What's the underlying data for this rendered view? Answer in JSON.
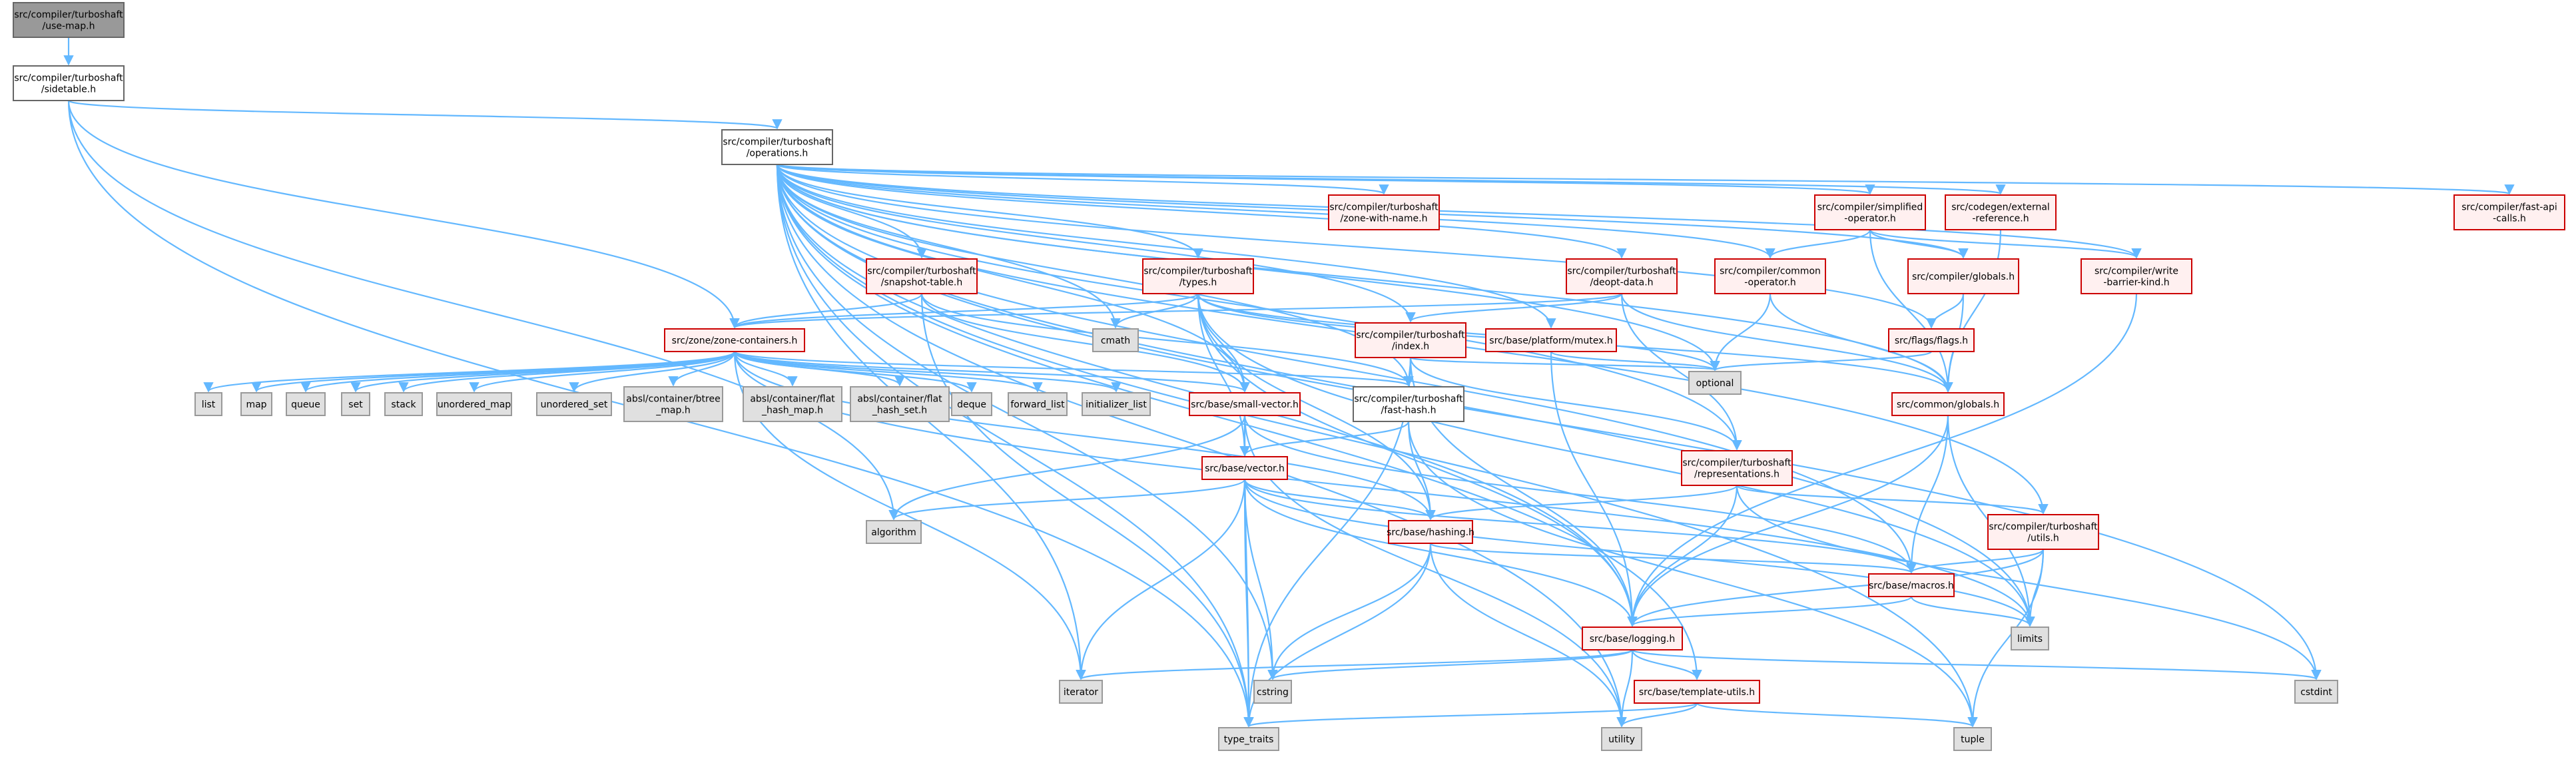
{
  "colors": {
    "edge": "#63b8ff",
    "header_fill": "#999999",
    "header_border": "#666666",
    "normal_fill": "#ffffff",
    "normal_border": "#666666",
    "red_fill": "#fff0f0",
    "red_border": "#cc0000",
    "sys_fill": "#e0e0e0",
    "sys_border": "#999999"
  },
  "nodes": [
    {
      "id": "use_map",
      "kind": "header",
      "lines": [
        "src/compiler/turboshaft",
        "/use-map.h"
      ]
    },
    {
      "id": "sidetable",
      "kind": "normal",
      "lines": [
        "src/compiler/turboshaft",
        "/sidetable.h"
      ]
    },
    {
      "id": "operations",
      "kind": "normal",
      "lines": [
        "src/compiler/turboshaft",
        "/operations.h"
      ]
    },
    {
      "id": "zone_with_name",
      "kind": "red",
      "lines": [
        "src/compiler/turboshaft",
        "/zone-with-name.h"
      ]
    },
    {
      "id": "simplified_operator",
      "kind": "red",
      "lines": [
        "src/compiler/simplified",
        "-operator.h"
      ]
    },
    {
      "id": "external_reference",
      "kind": "red",
      "lines": [
        "src/codegen/external",
        "-reference.h"
      ]
    },
    {
      "id": "fast_api_calls",
      "kind": "red",
      "lines": [
        "src/compiler/fast-api",
        "-calls.h"
      ]
    },
    {
      "id": "snapshot_table",
      "kind": "red",
      "lines": [
        "src/compiler/turboshaft",
        "/snapshot-table.h"
      ]
    },
    {
      "id": "types",
      "kind": "red",
      "lines": [
        "src/compiler/turboshaft",
        "/types.h"
      ]
    },
    {
      "id": "deopt_data",
      "kind": "red",
      "lines": [
        "src/compiler/turboshaft",
        "/deopt-data.h"
      ]
    },
    {
      "id": "common_operator",
      "kind": "red",
      "lines": [
        "src/compiler/common",
        "-operator.h"
      ]
    },
    {
      "id": "compiler_globals",
      "kind": "red",
      "lines": [
        "src/compiler/globals.h"
      ]
    },
    {
      "id": "write_barrier_kind",
      "kind": "red",
      "lines": [
        "src/compiler/write",
        "-barrier-kind.h"
      ]
    },
    {
      "id": "cmath",
      "kind": "sys",
      "lines": [
        "cmath"
      ]
    },
    {
      "id": "zone_containers",
      "kind": "red",
      "lines": [
        "src/zone/zone-containers.h"
      ]
    },
    {
      "id": "index",
      "kind": "red",
      "lines": [
        "src/compiler/turboshaft",
        "/index.h"
      ]
    },
    {
      "id": "mutex",
      "kind": "red",
      "lines": [
        "src/base/platform/mutex.h"
      ]
    },
    {
      "id": "flags",
      "kind": "red",
      "lines": [
        "src/flags/flags.h"
      ]
    },
    {
      "id": "optional",
      "kind": "sys",
      "lines": [
        "optional"
      ]
    },
    {
      "id": "common_globals",
      "kind": "red",
      "lines": [
        "src/common/globals.h"
      ]
    },
    {
      "id": "list",
      "kind": "sys",
      "lines": [
        "list"
      ]
    },
    {
      "id": "map",
      "kind": "sys",
      "lines": [
        "map"
      ]
    },
    {
      "id": "queue",
      "kind": "sys",
      "lines": [
        "queue"
      ]
    },
    {
      "id": "set",
      "kind": "sys",
      "lines": [
        "set"
      ]
    },
    {
      "id": "stack",
      "kind": "sys",
      "lines": [
        "stack"
      ]
    },
    {
      "id": "unordered_map",
      "kind": "sys",
      "lines": [
        "unordered_map"
      ]
    },
    {
      "id": "unordered_set",
      "kind": "sys",
      "lines": [
        "unordered_set"
      ]
    },
    {
      "id": "btree_map",
      "kind": "sys",
      "lines": [
        "absl/container/btree",
        "_map.h"
      ]
    },
    {
      "id": "flat_hash_map",
      "kind": "sys",
      "lines": [
        "absl/container/flat",
        "_hash_map.h"
      ]
    },
    {
      "id": "flat_hash_set",
      "kind": "sys",
      "lines": [
        "absl/container/flat",
        "_hash_set.h"
      ]
    },
    {
      "id": "deque",
      "kind": "sys",
      "lines": [
        "deque"
      ]
    },
    {
      "id": "forward_list",
      "kind": "sys",
      "lines": [
        "forward_list"
      ]
    },
    {
      "id": "initializer_list",
      "kind": "sys",
      "lines": [
        "initializer_list"
      ]
    },
    {
      "id": "small_vector",
      "kind": "red",
      "lines": [
        "src/base/small-vector.h"
      ]
    },
    {
      "id": "fast_hash",
      "kind": "normal",
      "lines": [
        "src/compiler/turboshaft",
        "/fast-hash.h"
      ]
    },
    {
      "id": "representations",
      "kind": "red",
      "lines": [
        "src/compiler/turboshaft",
        "/representations.h"
      ]
    },
    {
      "id": "vector",
      "kind": "red",
      "lines": [
        "src/base/vector.h"
      ]
    },
    {
      "id": "algorithm",
      "kind": "sys",
      "lines": [
        "algorithm"
      ]
    },
    {
      "id": "hashing",
      "kind": "red",
      "lines": [
        "src/base/hashing.h"
      ]
    },
    {
      "id": "ts_utils",
      "kind": "red",
      "lines": [
        "src/compiler/turboshaft",
        "/utils.h"
      ]
    },
    {
      "id": "macros",
      "kind": "red",
      "lines": [
        "src/base/macros.h"
      ]
    },
    {
      "id": "limits",
      "kind": "sys",
      "lines": [
        "limits"
      ]
    },
    {
      "id": "logging",
      "kind": "red",
      "lines": [
        "src/base/logging.h"
      ]
    },
    {
      "id": "iterator",
      "kind": "sys",
      "lines": [
        "iterator"
      ]
    },
    {
      "id": "cstring",
      "kind": "sys",
      "lines": [
        "cstring"
      ]
    },
    {
      "id": "cstdint",
      "kind": "sys",
      "lines": [
        "cstdint"
      ]
    },
    {
      "id": "template_utils",
      "kind": "red",
      "lines": [
        "src/base/template-utils.h"
      ]
    },
    {
      "id": "type_traits",
      "kind": "sys",
      "lines": [
        "type_traits"
      ]
    },
    {
      "id": "utility",
      "kind": "sys",
      "lines": [
        "utility"
      ]
    },
    {
      "id": "tuple",
      "kind": "sys",
      "lines": [
        "tuple"
      ]
    }
  ],
  "edges": [
    [
      "use_map",
      "sidetable"
    ],
    [
      "sidetable",
      "operations"
    ],
    [
      "sidetable",
      "zone_containers"
    ],
    [
      "sidetable",
      "algorithm"
    ],
    [
      "sidetable",
      "type_traits"
    ],
    [
      "operations",
      "zone_with_name"
    ],
    [
      "operations",
      "simplified_operator"
    ],
    [
      "operations",
      "external_reference"
    ],
    [
      "operations",
      "fast_api_calls"
    ],
    [
      "operations",
      "snapshot_table"
    ],
    [
      "operations",
      "types"
    ],
    [
      "operations",
      "deopt_data"
    ],
    [
      "operations",
      "common_operator"
    ],
    [
      "operations",
      "compiler_globals"
    ],
    [
      "operations",
      "write_barrier_kind"
    ],
    [
      "operations",
      "cmath"
    ],
    [
      "operations",
      "index"
    ],
    [
      "operations",
      "mutex"
    ],
    [
      "operations",
      "flags"
    ],
    [
      "operations",
      "optional"
    ],
    [
      "operations",
      "common_globals"
    ],
    [
      "operations",
      "small_vector"
    ],
    [
      "operations",
      "fast_hash"
    ],
    [
      "operations",
      "representations"
    ],
    [
      "operations",
      "ts_utils"
    ],
    [
      "operations",
      "macros"
    ],
    [
      "operations",
      "limits"
    ],
    [
      "operations",
      "logging"
    ],
    [
      "operations",
      "template_utils"
    ],
    [
      "operations",
      "cstdint"
    ],
    [
      "operations",
      "type_traits"
    ],
    [
      "operations",
      "utility"
    ],
    [
      "operations",
      "tuple"
    ],
    [
      "operations",
      "iterator"
    ],
    [
      "operations",
      "cstring"
    ],
    [
      "snapshot_table",
      "zone_containers"
    ],
    [
      "snapshot_table",
      "small_vector"
    ],
    [
      "snapshot_table",
      "fast_hash"
    ],
    [
      "snapshot_table",
      "type_traits"
    ],
    [
      "types",
      "zone_containers"
    ],
    [
      "types",
      "small_vector"
    ],
    [
      "types",
      "cmath"
    ],
    [
      "types",
      "optional"
    ],
    [
      "types",
      "vector"
    ],
    [
      "types",
      "logging"
    ],
    [
      "types",
      "common_globals"
    ],
    [
      "types",
      "limits"
    ],
    [
      "types",
      "hashing"
    ],
    [
      "deopt_data",
      "index"
    ],
    [
      "deopt_data",
      "representations"
    ],
    [
      "deopt_data",
      "common_globals"
    ],
    [
      "deopt_data",
      "zone_containers"
    ],
    [
      "common_operator",
      "optional"
    ],
    [
      "common_operator",
      "common_globals"
    ],
    [
      "simplified_operator",
      "common_operator"
    ],
    [
      "simplified_operator",
      "compiler_globals"
    ],
    [
      "simplified_operator",
      "write_barrier_kind"
    ],
    [
      "simplified_operator",
      "common_globals"
    ],
    [
      "compiler_globals",
      "flags"
    ],
    [
      "compiler_globals",
      "common_globals"
    ],
    [
      "external_reference",
      "common_globals"
    ],
    [
      "write_barrier_kind",
      "logging"
    ],
    [
      "flags",
      "optional"
    ],
    [
      "zone_containers",
      "list"
    ],
    [
      "zone_containers",
      "map"
    ],
    [
      "zone_containers",
      "queue"
    ],
    [
      "zone_containers",
      "set"
    ],
    [
      "zone_containers",
      "stack"
    ],
    [
      "zone_containers",
      "unordered_map"
    ],
    [
      "zone_containers",
      "unordered_set"
    ],
    [
      "zone_containers",
      "btree_map"
    ],
    [
      "zone_containers",
      "flat_hash_map"
    ],
    [
      "zone_containers",
      "flat_hash_set"
    ],
    [
      "zone_containers",
      "deque"
    ],
    [
      "zone_containers",
      "forward_list"
    ],
    [
      "zone_containers",
      "initializer_list"
    ],
    [
      "zone_containers",
      "small_vector"
    ],
    [
      "zone_containers",
      "fast_hash"
    ],
    [
      "zone_containers",
      "hashing"
    ],
    [
      "zone_containers",
      "limits"
    ],
    [
      "zone_containers",
      "iterator"
    ],
    [
      "index",
      "fast_hash"
    ],
    [
      "index",
      "logging"
    ],
    [
      "index",
      "optional"
    ],
    [
      "index",
      "representations"
    ],
    [
      "index",
      "type_traits"
    ],
    [
      "mutex",
      "logging"
    ],
    [
      "mutex",
      "optional"
    ],
    [
      "common_globals",
      "macros"
    ],
    [
      "common_globals",
      "logging"
    ],
    [
      "common_globals",
      "limits"
    ],
    [
      "small_vector",
      "vector"
    ],
    [
      "small_vector",
      "algorithm"
    ],
    [
      "small_vector",
      "macros"
    ],
    [
      "small_vector",
      "type_traits"
    ],
    [
      "small_vector",
      "utility"
    ],
    [
      "fast_hash",
      "hashing"
    ],
    [
      "fast_hash",
      "vector"
    ],
    [
      "fast_hash",
      "tuple"
    ],
    [
      "representations",
      "hashing"
    ],
    [
      "representations",
      "logging"
    ],
    [
      "representations",
      "ts_utils"
    ],
    [
      "representations",
      "cstdint"
    ],
    [
      "vector",
      "algorithm"
    ],
    [
      "vector",
      "hashing"
    ],
    [
      "vector",
      "macros"
    ],
    [
      "vector",
      "logging"
    ],
    [
      "vector",
      "cstring"
    ],
    [
      "vector",
      "iterator"
    ],
    [
      "vector",
      "limits"
    ],
    [
      "vector",
      "type_traits"
    ],
    [
      "hashing",
      "macros"
    ],
    [
      "hashing",
      "cstring"
    ],
    [
      "hashing",
      "type_traits"
    ],
    [
      "hashing",
      "utility"
    ],
    [
      "ts_utils",
      "macros"
    ],
    [
      "ts_utils",
      "logging"
    ],
    [
      "ts_utils",
      "limits"
    ],
    [
      "ts_utils",
      "tuple"
    ],
    [
      "macros",
      "logging"
    ],
    [
      "macros",
      "limits"
    ],
    [
      "logging",
      "template_utils"
    ],
    [
      "logging",
      "iterator"
    ],
    [
      "logging",
      "cstring"
    ],
    [
      "logging",
      "cstdint"
    ],
    [
      "logging",
      "utility"
    ],
    [
      "template_utils",
      "type_traits"
    ],
    [
      "template_utils",
      "utility"
    ],
    [
      "template_utils",
      "tuple"
    ]
  ]
}
